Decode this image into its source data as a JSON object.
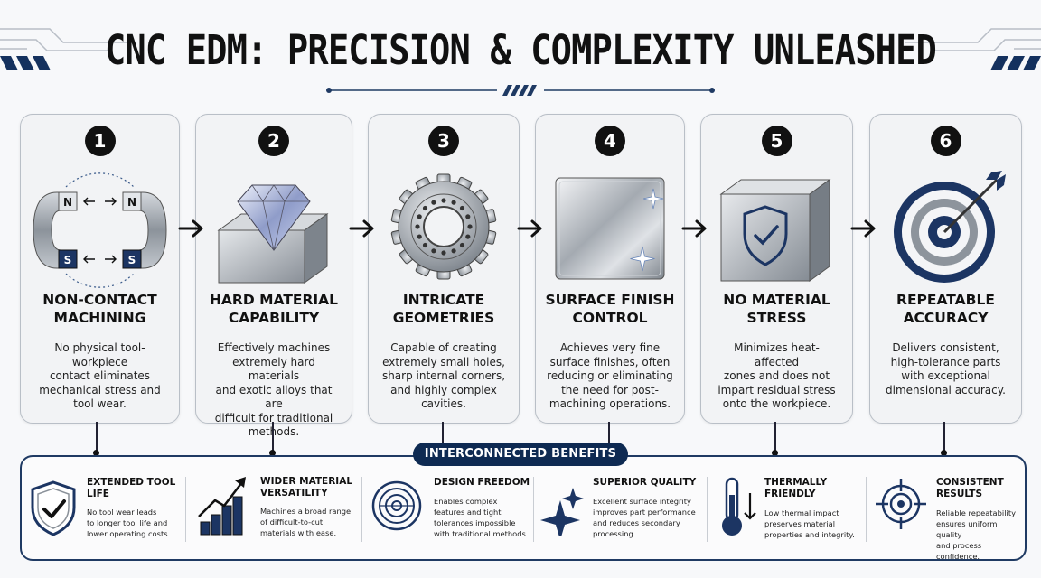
{
  "title": "CNC EDM: PRECISION & COMPLEXITY UNLEASHED",
  "colors": {
    "navy": "#0e2a52",
    "accent": "#1f3a63",
    "ink": "#111111",
    "steel": "#9ea4ab"
  },
  "steps": [
    {
      "number": "1",
      "title": "NON-CONTACT\nMACHINING",
      "description": "No physical tool-workpiece\ncontact eliminates\nmechanical stress and\ntool wear.",
      "icon": "magnets-icon",
      "magnet_labels": [
        "N",
        "N",
        "S",
        "S"
      ]
    },
    {
      "number": "2",
      "title": "HARD MATERIAL\nCAPABILITY",
      "description": "Effectively machines\nextremely hard materials\nand exotic alloys that are\ndifficult for traditional\nmethods.",
      "icon": "diamond-icon"
    },
    {
      "number": "3",
      "title": "INTRICATE\nGEOMETRIES",
      "description": "Capable of creating\nextremely small holes,\nsharp internal corners,\nand highly complex\ncavities.",
      "icon": "gear-icon"
    },
    {
      "number": "4",
      "title": "SURFACE FINISH\nCONTROL",
      "description": "Achieves very fine\nsurface finishes, often\nreducing or eliminating\nthe need for post-\nmachining operations.",
      "icon": "polished-plate-icon"
    },
    {
      "number": "5",
      "title": "NO MATERIAL\nSTRESS",
      "description": "Minimizes heat-affected\nzones and does not\nimpart residual stress\nonto the workpiece.",
      "icon": "shield-block-icon"
    },
    {
      "number": "6",
      "title": "REPEATABLE\nACCURACY",
      "description": "Delivers consistent,\nhigh-tolerance parts\nwith exceptional\ndimensional accuracy.",
      "icon": "target-icon"
    }
  ],
  "benefits_heading": "INTERCONNECTED BENEFITS",
  "benefits": [
    {
      "title": "EXTENDED TOOL\nLIFE",
      "description": "No tool wear leads\nto longer tool life and\nlower operating costs.",
      "icon": "shield-check-icon"
    },
    {
      "title": "WIDER MATERIAL\nVERSATILITY",
      "description": "Machines a broad range\nof difficult-to-cut\nmaterials with ease.",
      "icon": "bar-growth-icon"
    },
    {
      "title": "DESIGN FREEDOM",
      "description": "Enables complex\nfeatures and tight\ntolerances impossible\nwith traditional methods.",
      "icon": "concentric-icon"
    },
    {
      "title": "SUPERIOR QUALITY",
      "description": "Excellent surface integrity\nimproves part performance\nand reduces secondary\nprocessing.",
      "icon": "sparkle-icon"
    },
    {
      "title": "THERMALLY\nFRIENDLY",
      "description": "Low thermal impact\npreserves material\nproperties and integrity.",
      "icon": "thermometer-icon"
    },
    {
      "title": "CONSISTENT\nRESULTS",
      "description": "Reliable repeatability\nensures uniform quality\nand process confidence.",
      "icon": "crosshair-icon"
    }
  ]
}
